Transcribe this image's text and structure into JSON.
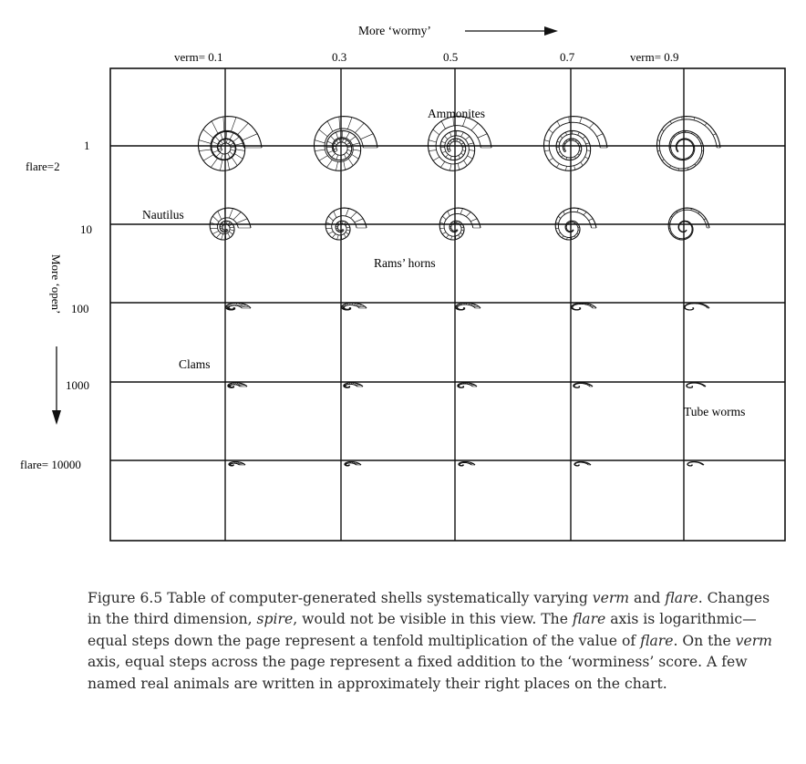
{
  "top_axis": {
    "label": "More ‘wormy’"
  },
  "left_axis": {
    "label": "More ‘open’"
  },
  "verm_labels": [
    "verm= 0.1",
    "0.3",
    "0.5",
    "0.7",
    "verm= 0.9"
  ],
  "flare_labels": [
    "flare=2",
    "1",
    "10",
    "100",
    "1000",
    "flare= 10000"
  ],
  "annotations": {
    "ammonites": "Ammonites",
    "nautilus": "Nautilus",
    "rams_horns": "Rams’ horns",
    "clams": "Clams",
    "tube_worms": "Tube worms"
  },
  "caption": {
    "prefix": "Figure 6.5 Table of computer-generated shells systematically varying ",
    "verm": "verm",
    "and": " and ",
    "flare": "flare",
    "s1_end": ". Changes in the third dimension, ",
    "spire": "spire",
    "s2": ", would not be visible in this view. The ",
    "flare2": "flare",
    "s3": " axis is logarithmic—equal steps down the page represent a tenfold multiplication of the value of ",
    "flare3": "flare",
    "s4": ". On the ",
    "verm2": "verm",
    "s5": " axis, equal steps across the page represent a fixed addition to the ‘worminess’ score. A few named real animals are written in approximately their right places on the chart."
  }
}
